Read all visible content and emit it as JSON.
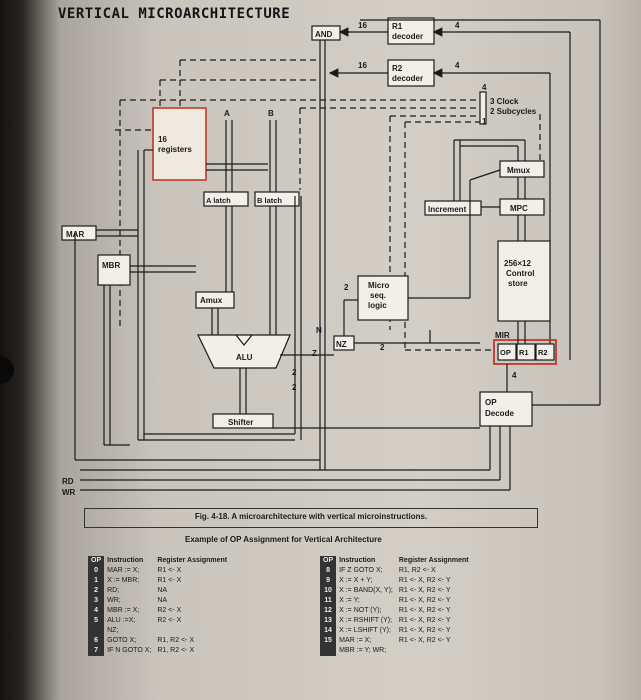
{
  "title": "VERTICAL MICROARCHITECTURE",
  "labels": {
    "and_gate": "AND",
    "r1_decoder": [
      "R1",
      "decoder"
    ],
    "r2_decoder": [
      "R2",
      "decoder"
    ],
    "bus16_top": "16",
    "bus16_mid": "16",
    "bus4_top": "4",
    "bus4_mid": "4",
    "clock": [
      "3 Clock",
      "2 Subcycles"
    ],
    "clock_tick1": "1",
    "clock_tick4": "4",
    "registers": [
      "16",
      "registers"
    ],
    "a": "A",
    "b": "B",
    "a_latch": "A latch",
    "b_latch": "B latch",
    "mar": "MAR",
    "mbr": "MBR",
    "amux": "Amux",
    "alu": "ALU",
    "shifter": "Shifter",
    "micro_seq": [
      "Micro",
      "seq.",
      "logic"
    ],
    "nz": "NZ",
    "n": "N",
    "z": "Z",
    "two_a": "2",
    "two_b": "2",
    "two_c": "2",
    "two_d": "2",
    "increment": "Increment",
    "mpc": "MPC",
    "mmux": "Mmux",
    "control_store": [
      "256×12",
      "Control",
      "store"
    ],
    "mir": "MIR",
    "op": "OP",
    "r1": "R1",
    "r2": "R2",
    "four_mir": "4",
    "op_decode": [
      "OP",
      "Decode"
    ],
    "rd": "RD",
    "wr": "WR"
  },
  "caption": "Fig. 4-18. A microarchitecture with vertical microinstructions.",
  "example_title": "Example of OP Assignment for Vertical Architecture",
  "table_headers": [
    "OP",
    "Instruction",
    "Register Assignment"
  ],
  "table_left": [
    {
      "op": "0",
      "instruction": "MAR := X;",
      "assignment": "R1 <- X"
    },
    {
      "op": "1",
      "instruction": "X := MBR;",
      "assignment": "R1 <- X"
    },
    {
      "op": "2",
      "instruction": "RD;",
      "assignment": "NA"
    },
    {
      "op": "3",
      "instruction": "WR;",
      "assignment": "NA"
    },
    {
      "op": "4",
      "instruction": "MBR := X;",
      "assignment": "R2 <- X"
    },
    {
      "op": "5",
      "instruction": "ALU :=X;",
      "assignment": "R2 <- X"
    },
    {
      "op": "",
      "instruction": "NZ;",
      "assignment": ""
    },
    {
      "op": "6",
      "instruction": "GOTO X;",
      "assignment": "R1, R2 <- X"
    },
    {
      "op": "7",
      "instruction": "IF N GOTO X;",
      "assignment": "R1, R2 <- X"
    }
  ],
  "table_right": [
    {
      "op": "8",
      "instruction": "IF Z GOTO X;",
      "assignment": "R1, R2 <- X"
    },
    {
      "op": "9",
      "instruction": "X := X + Y;",
      "assignment": "R1 <- X, R2 <- Y"
    },
    {
      "op": "10",
      "instruction": "X := BAND(X, Y);",
      "assignment": "R1 <- X, R2 <- Y"
    },
    {
      "op": "11",
      "instruction": "X := Y;",
      "assignment": "R1 <- X, R2 <- Y"
    },
    {
      "op": "12",
      "instruction": "X := NOT (Y);",
      "assignment": "R1 <- X, R2 <- Y"
    },
    {
      "op": "13",
      "instruction": "X := RSHIFT (Y);",
      "assignment": "R1 <- X, R2 <- Y"
    },
    {
      "op": "14",
      "instruction": "X := LSHIFT (Y);",
      "assignment": "R1 <- X, R2 <- Y"
    },
    {
      "op": "15",
      "instruction": "MAR := X;",
      "assignment": "R1 <- X, R2 <- Y"
    },
    {
      "op": "",
      "instruction": "MBR := Y; WR;",
      "assignment": ""
    }
  ],
  "colors": {
    "ink": "#1a1a1a",
    "highlight": "#c0392b",
    "bus_fill": "#e9e6e0"
  }
}
